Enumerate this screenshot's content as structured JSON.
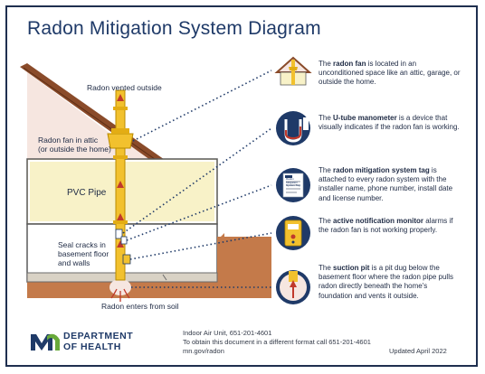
{
  "title": "Radon Mitigation System Diagram",
  "labels": {
    "vented": "Radon vented outside",
    "fan_line1": "Radon fan in attic",
    "fan_line2": "(or outside the home)",
    "pipe": "PVC Pipe",
    "seal_line1": "Seal cracks in",
    "seal_line2": "basement floor",
    "seal_line3": "and walls",
    "enters": "Radon enters from soil"
  },
  "info": [
    {
      "pre": "The ",
      "bold": "radon fan",
      "post": " is located in an unconditioned space like an attic, garage, or outside the home.",
      "icon": "house-fan-icon"
    },
    {
      "pre": "The ",
      "bold": "U-tube manometer",
      "post": " is a device that visually indicates if the radon fan is working.",
      "icon": "manometer-icon"
    },
    {
      "pre": "The ",
      "bold": "radon mitigation system tag",
      "post": " is attached to every radon system with the installer name, phone number, install date and license number.",
      "icon": "system-tag-icon"
    },
    {
      "pre": "The ",
      "bold": "active notification monitor",
      "post": " alarms if the radon fan is not working properly.",
      "icon": "notification-monitor-icon"
    },
    {
      "pre": "The ",
      "bold": "suction pit",
      "post": " is a pit dug below the basement floor where the radon pipe pulls radon directly beneath the home's foundation and vents it outside.",
      "icon": "suction-pit-icon"
    }
  ],
  "tag_icon_text": "Radon Mitigation System Tag",
  "footer": {
    "dept_line1": "DEPARTMENT",
    "dept_line2": "OF HEALTH",
    "contact_line1": "Indoor Air Unit, 651-201-4601",
    "contact_line2": "To obtain this document in a different format call 651-201-4601",
    "contact_line3": "mn.gov/radon",
    "updated": "Updated April 2022"
  },
  "colors": {
    "navy": "#1f3a68",
    "pipe": "#f2c12e",
    "roof": "#8a4b2a",
    "wall": "#f6e6e0",
    "soil": "#c47a4a",
    "arrow": "#c0392b",
    "floor": "#f8f2c8"
  }
}
